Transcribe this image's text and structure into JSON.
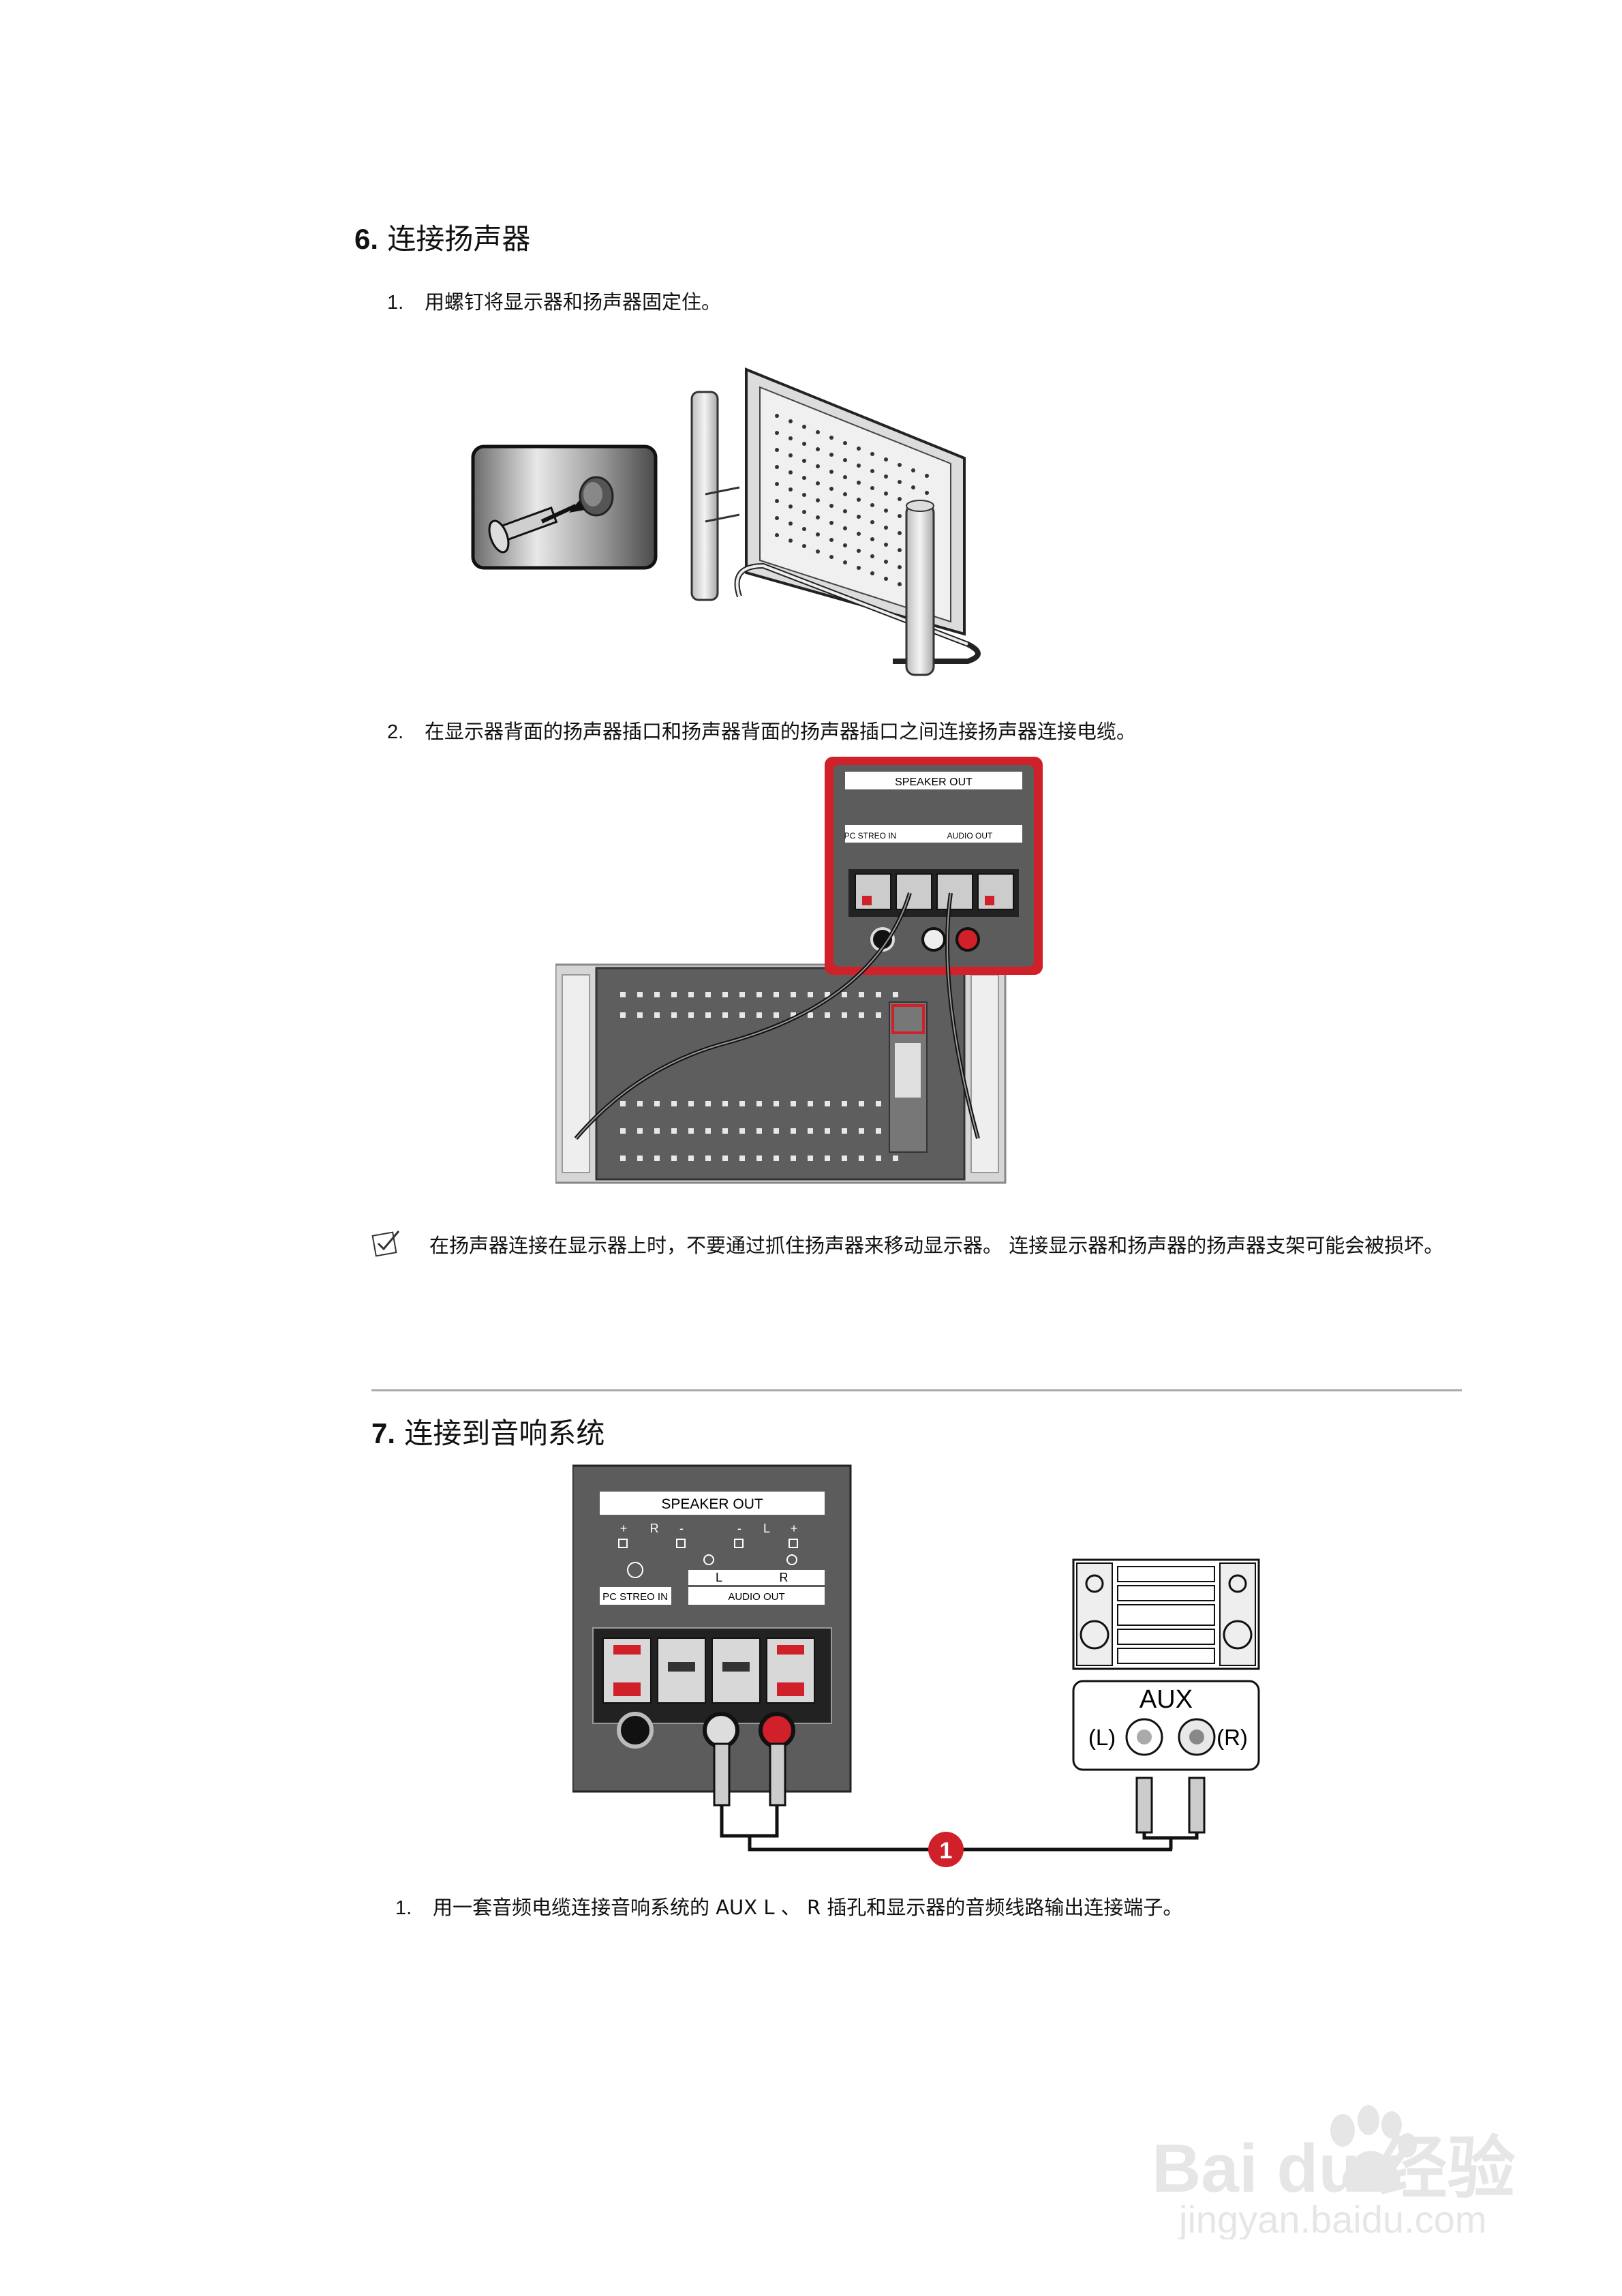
{
  "sections": [
    {
      "number": "6.",
      "title": "连接扬声器",
      "steps": [
        "用螺钉将显示器和扬声器固定住。",
        "在显示器背面的扬声器插口和扬声器背面的扬声器插口之间连接扬声器连接电缆。"
      ],
      "note": "在扬声器连接在显示器上时，不要通过抓住扬声器来移动显示器。 连接显示器和扬声器的扬声器支架可能会被损坏。"
    },
    {
      "number": "7.",
      "title": "连接到音响系统",
      "steps": [
        "用一套音频电缆连接音响系统的 AUX L 、 R 插孔和显示器的音频线路输出连接端子。"
      ]
    }
  ],
  "panel_labels": {
    "speaker_out": "SPEAKER OUT",
    "plus": "+",
    "minus": "-",
    "r": "R",
    "l": "L",
    "pc_stereo_in": "PC STREO IN",
    "audio_out": "AUDIO OUT"
  },
  "aux_labels": {
    "aux": "AUX",
    "left": "(L)",
    "right": "(R)"
  },
  "callout": "1",
  "step_numbers": [
    "1.",
    "2."
  ],
  "watermark": {
    "logo": "Bai du 经验",
    "url": "jingyan.baidu.com"
  },
  "colors": {
    "accent_red": "#d0202a",
    "panel_gray": "#5c5c5c",
    "rule": "#aaaaaa"
  }
}
